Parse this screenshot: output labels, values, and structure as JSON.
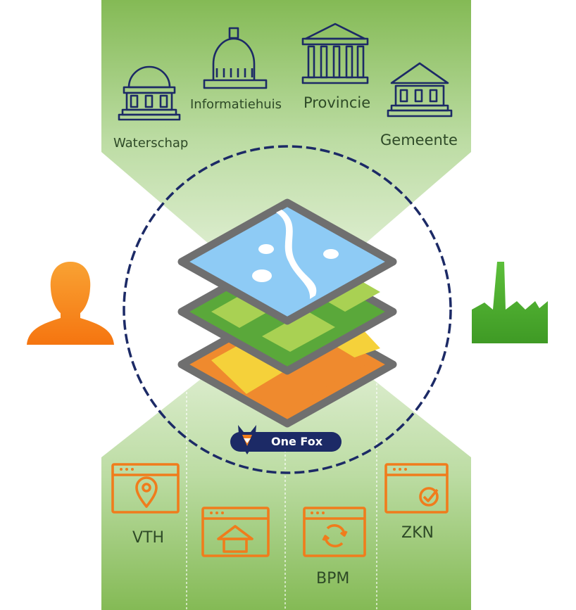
{
  "government": {
    "waterschap": "Waterschap",
    "informatiehuis": "Informatiehuis",
    "provincie": "Provincie",
    "gemeente": "Gemeente"
  },
  "brand": {
    "name": "One Fox"
  },
  "systems": {
    "vth": "VTH",
    "bpm": "BPM",
    "zkn": "ZKN"
  },
  "colors": {
    "green_band": "#8cc063",
    "navy": "#1c2a66",
    "orange": "#f07c1c",
    "person": "#f68a1e",
    "factory": "#4cad2e",
    "layer_frame": "#6f6f6f",
    "water": "#8ecbf5",
    "field_green": "#5aa83a",
    "field_lime": "#a9d153",
    "field_orange": "#ef8a2e",
    "field_yellow": "#f5d13a"
  }
}
